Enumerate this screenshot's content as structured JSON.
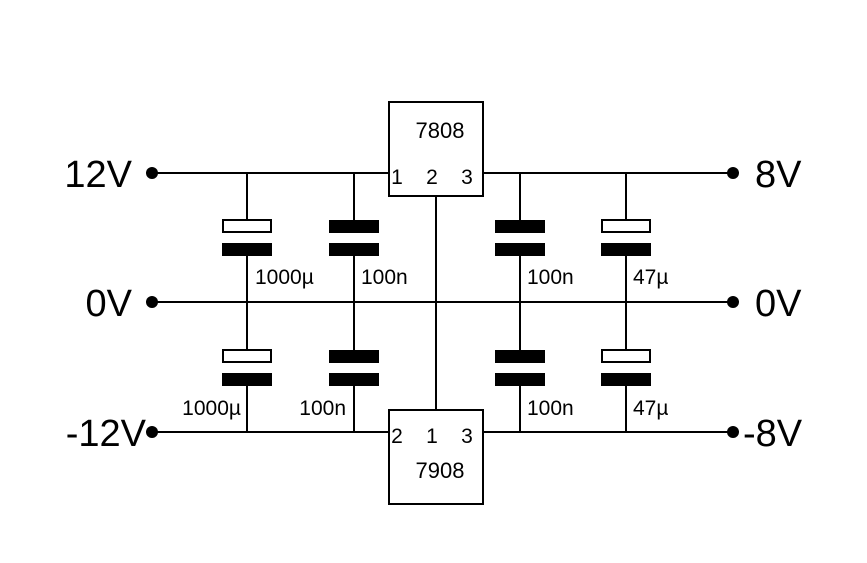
{
  "rails": {
    "in_pos": "12V",
    "in_gnd": "0V",
    "in_neg": "-12V",
    "out_pos": "8V",
    "out_gnd": "0V",
    "out_neg": "-8V"
  },
  "regulators": {
    "positive": {
      "part": "7808",
      "pins": [
        "1",
        "2",
        "3"
      ]
    },
    "negative": {
      "part": "7908",
      "pins": [
        "2",
        "1",
        "3"
      ]
    }
  },
  "capacitors": {
    "in_pos_bulk": "1000µ",
    "in_pos_decoupling": "100n",
    "out_pos_decoupling": "100n",
    "out_pos_bulk": "47µ",
    "in_neg_bulk": "1000µ",
    "in_neg_decoupling": "100n",
    "out_neg_decoupling": "100n",
    "out_neg_bulk": "47µ"
  }
}
